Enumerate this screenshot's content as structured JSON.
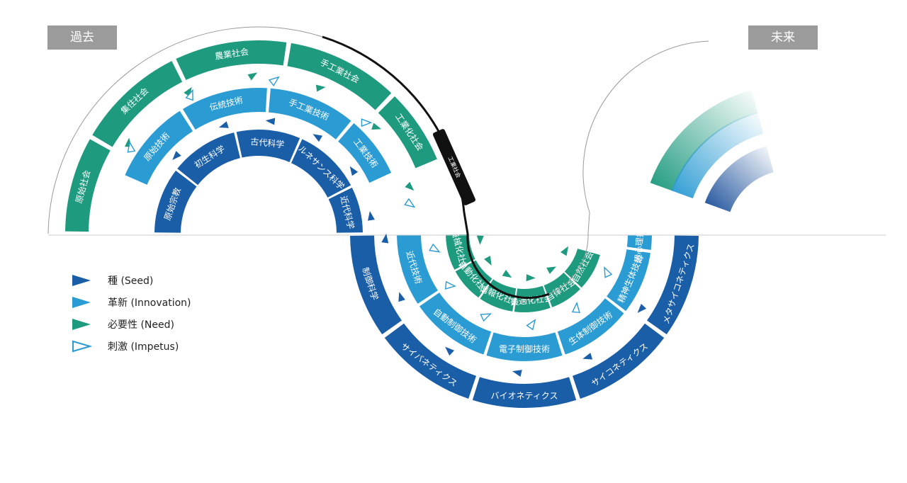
{
  "header": {
    "past_label": "過去",
    "future_label": "未来"
  },
  "colors": {
    "seed": "#1b5ea8",
    "innovation": "#2b9bd3",
    "need": "#1e9a7e",
    "impetus_stroke": "#2b9bd3",
    "arrow_line": "#111111",
    "baseline": "#cccccc"
  },
  "ring_labels": {
    "society": [
      "原始社会",
      "集住社会",
      "農業社会",
      "手工業社会",
      "工業化社会",
      "機械化社会",
      "自動化社会",
      "情報化社会",
      "最適化社会",
      "自律社会",
      "自然社会"
    ],
    "technology": [
      "原始技術",
      "伝統技術",
      "手工業技術",
      "工業技術",
      "近代技術",
      "自動制御技術",
      "電子制御技術",
      "生体制御技術",
      "精神生体技術",
      "超心理技術"
    ],
    "science": [
      "原始宗教",
      "初生科学",
      "古代科学",
      "ルネサンス科学",
      "近代科学",
      "制御科学",
      "サイバネティクス",
      "バイオネティクス",
      "サイコネティクス",
      "メタサイコネティクス"
    ]
  },
  "current_marker": {
    "label": "工業社会"
  },
  "legend": [
    {
      "label": "種 (Seed)",
      "icon": "filled-triangle-seed"
    },
    {
      "label": "革新 (Innovation)",
      "icon": "filled-triangle-innovation"
    },
    {
      "label": "必要性 (Need)",
      "icon": "filled-triangle-need"
    },
    {
      "label": "刺激 (Impetus)",
      "icon": "outline-triangle-impetus"
    }
  ]
}
